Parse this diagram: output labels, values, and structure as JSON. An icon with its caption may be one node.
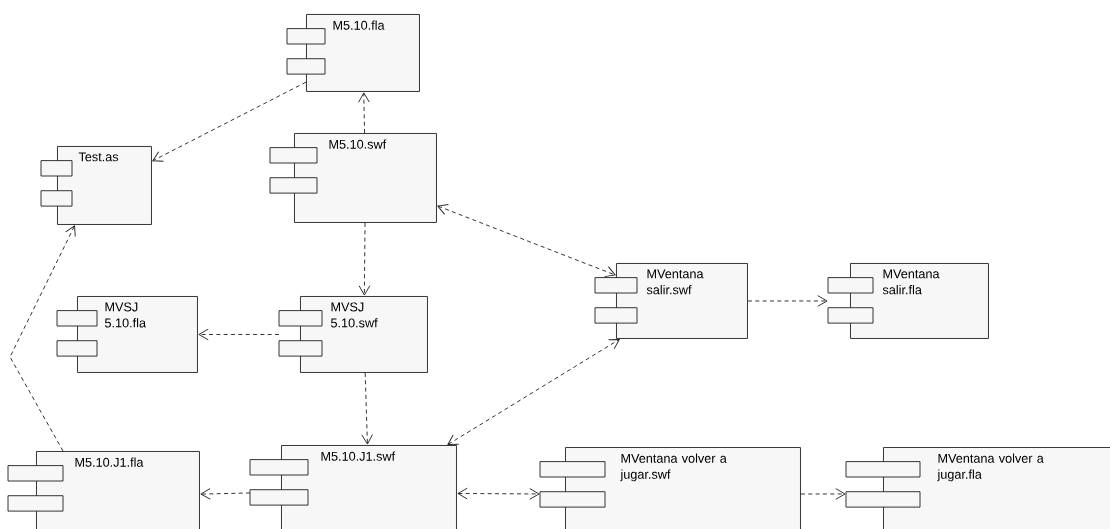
{
  "diagram": {
    "nodes": [
      {
        "text": [
          "M5.10.fla"
        ]
      },
      {
        "text": [
          "Test.as"
        ]
      },
      {
        "text": [
          "M5.10.swf"
        ]
      },
      {
        "text": [
          "MVSJ 5.10.fla"
        ]
      },
      {
        "text": [
          "MVSJ 5.10.swf"
        ]
      },
      {
        "text": [
          "MVentana salir.swf"
        ]
      },
      {
        "text": [
          "MVentana salir.fla"
        ]
      },
      {
        "text": [
          "M5.10.J1.fla"
        ]
      },
      {
        "text": [
          "M5.10.J1.swf"
        ]
      },
      {
        "text": [
          "MVentana volver a jugar.swf"
        ]
      },
      {
        "text": [
          "MVentana volver a jugar.fla"
        ]
      }
    ],
    "edges": [
      {
        "from": 0,
        "to": 1,
        "arrow": "to",
        "style": "dashed"
      },
      {
        "from": 2,
        "to": 0,
        "arrow": "to",
        "style": "dashed"
      },
      {
        "from": 2,
        "to": 5,
        "arrow": "both",
        "style": "dashed"
      },
      {
        "from": 2,
        "to": 4,
        "arrow": "to",
        "style": "dashed"
      },
      {
        "from": 4,
        "to": 3,
        "arrow": "to",
        "style": "dashed"
      },
      {
        "from": 4,
        "to": 8,
        "arrow": "to",
        "style": "dashed"
      },
      {
        "from": 8,
        "to": 5,
        "arrow": "both",
        "style": "dashed"
      },
      {
        "from": 5,
        "to": 6,
        "arrow": "to",
        "style": "dashed"
      },
      {
        "from": 8,
        "to": 7,
        "arrow": "to",
        "style": "dashed"
      },
      {
        "from": 7,
        "to": 1,
        "arrow": "to",
        "style": "dashed"
      },
      {
        "from": 8,
        "to": 9,
        "arrow": "both",
        "style": "dashed"
      },
      {
        "from": 9,
        "to": 10,
        "arrow": "to",
        "style": "dashed"
      }
    ]
  }
}
